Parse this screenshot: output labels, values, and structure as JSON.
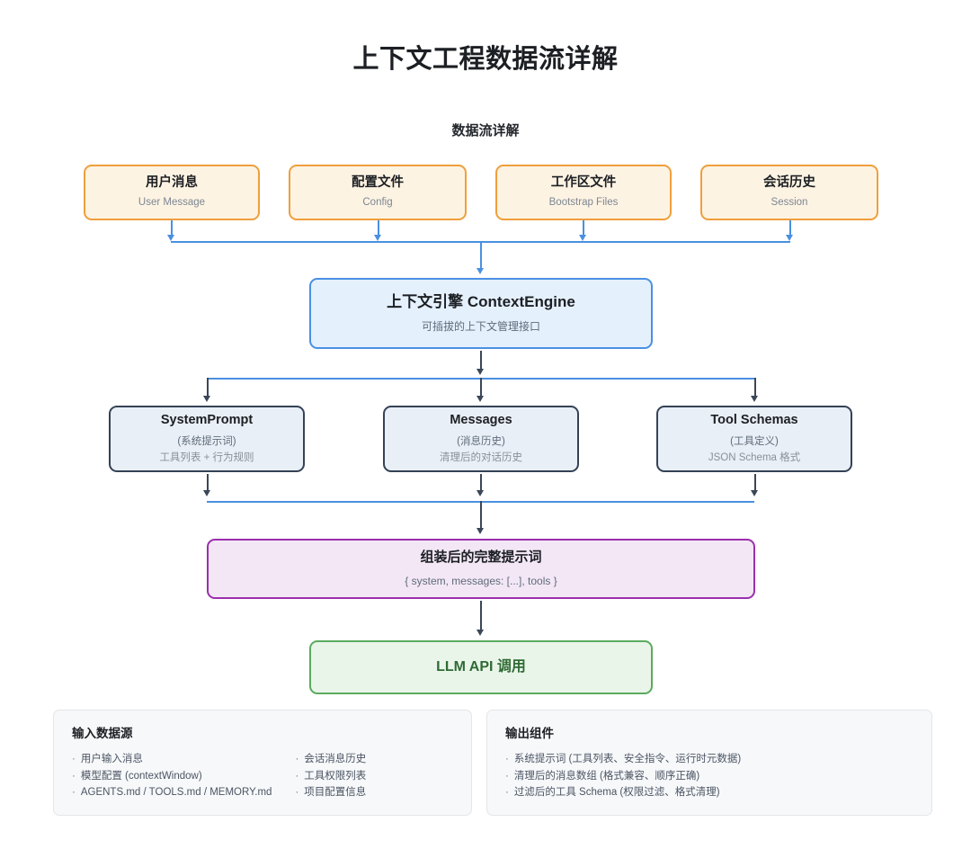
{
  "page": {
    "title": "上下文工程数据流详解",
    "subtitle": "数据流详解"
  },
  "colors": {
    "source_border": "#ef9f3c",
    "source_fill": "#fdf3e3",
    "engine_border": "#4a90e2",
    "engine_fill": "#e5f0fd",
    "component_border": "#344256",
    "component_fill": "#e9eff6",
    "assembled_border": "#9b2fae",
    "assembled_fill": "#f3e7f6",
    "llm_border": "#5aab5e",
    "llm_fill": "#eaf5ea",
    "wire": "#4a90e2",
    "wire_dark": "#3b4758"
  },
  "sources": [
    {
      "title": "用户消息",
      "subtitle": "User Message"
    },
    {
      "title": "配置文件",
      "subtitle": "Config"
    },
    {
      "title": "工作区文件",
      "subtitle": "Bootstrap Files"
    },
    {
      "title": "会话历史",
      "subtitle": "Session"
    }
  ],
  "engine": {
    "title": "上下文引擎 ContextEngine",
    "subtitle": "可插拔的上下文管理接口"
  },
  "components": [
    {
      "title": "SystemPrompt",
      "subtitle": "(系统提示词)",
      "detail": "工具列表 + 行为规则"
    },
    {
      "title": "Messages",
      "subtitle": "(消息历史)",
      "detail": "清理后的对话历史"
    },
    {
      "title": "Tool Schemas",
      "subtitle": "(工具定义)",
      "detail": "JSON Schema 格式"
    }
  ],
  "assembled": {
    "title": "组装后的完整提示词",
    "subtitle": "{ system, messages: [...], tools }"
  },
  "llm": {
    "title": "LLM API 调用"
  },
  "legend": {
    "inputs": {
      "heading": "输入数据源",
      "col1": [
        "用户输入消息",
        "模型配置 (contextWindow)",
        "AGENTS.md / TOOLS.md / MEMORY.md"
      ],
      "col2": [
        "会话消息历史",
        "工具权限列表",
        "项目配置信息"
      ]
    },
    "outputs": {
      "heading": "输出组件",
      "col1": [
        "系统提示词 (工具列表、安全指令、运行时元数据)",
        "清理后的消息数组 (格式兼容、顺序正确)",
        "过滤后的工具 Schema (权限过滤、格式清理)"
      ]
    }
  }
}
